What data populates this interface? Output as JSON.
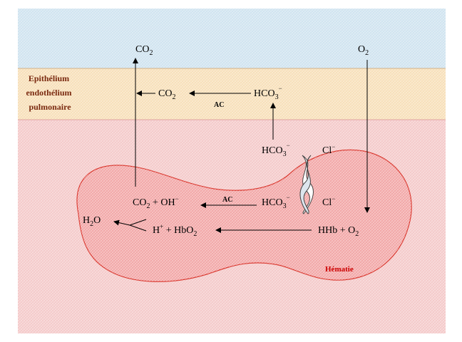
{
  "layers": {
    "epithelium_label": [
      "Epithélium",
      "endothélium",
      "pulmonaire"
    ],
    "cell_label": "Hématie"
  },
  "species": {
    "co2_top": {
      "base": "CO",
      "sub": "2"
    },
    "o2_top": {
      "base": "O",
      "sub": "2"
    },
    "co2_epi": {
      "base": "CO",
      "sub": "2"
    },
    "hco3_epi": {
      "base": "HCO",
      "sub": "3",
      "sup": "−"
    },
    "hco3_mem": {
      "base": "HCO",
      "sub": "3",
      "sup": "−"
    },
    "cl_mem": {
      "base": "Cl",
      "sup": "−"
    },
    "hco3_cell": {
      "base": "HCO",
      "sub": "3",
      "sup": "−"
    },
    "cl_cell": {
      "base": "Cl",
      "sup": "−"
    },
    "co2_oh": {
      "a": "CO",
      "a_sub": "2",
      "b": " + OH",
      "b_sup": "−"
    },
    "h2o": {
      "a": "H",
      "a_sub": "2",
      "b": "O"
    },
    "h_hbo2": {
      "a": "H",
      "a_sup": "+",
      "b": " + HbO",
      "b_sub": "2"
    },
    "hhb_o2": {
      "a": "HHb + O",
      "a_sub": "2"
    }
  },
  "enzymes": {
    "ac_epi": "AC",
    "ac_cell": "AC"
  },
  "colors": {
    "air": "#cfe3ef",
    "epithelium": "#f7dfb8",
    "plasma": "#f4c9c9",
    "cell": "#f2a6a6",
    "cell_outline": "#d9342b"
  }
}
